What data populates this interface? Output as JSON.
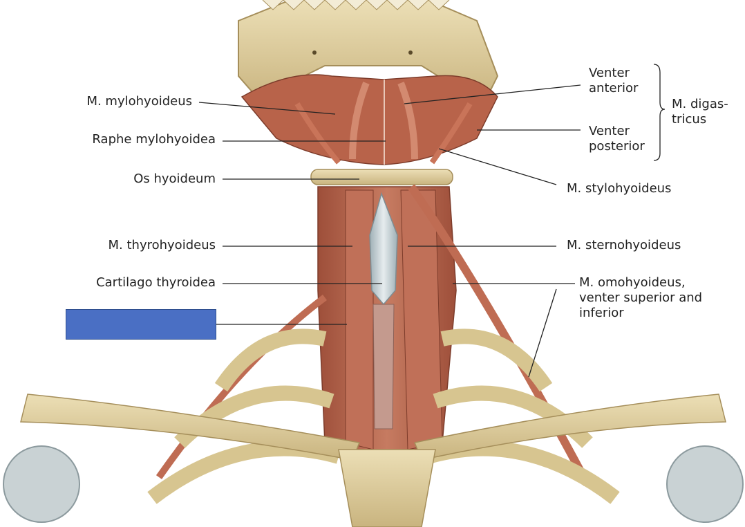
{
  "labels_left": {
    "mylohyoid": "M. mylohyoideus",
    "raphe": "Raphe mylohyoidea",
    "hyoid": "Os hyoideum",
    "thyrohyoid": "M. thyrohyoideus",
    "thyroid_cartilage": "Cartilago thyroidea"
  },
  "labels_right": {
    "venter_anterior": "Venter anterior",
    "venter_posterior": "Venter posterior",
    "digastric": "M. digas-tricus",
    "stylohyoid": "M. stylohyoideus",
    "sternohyoid": "M. sternohyoideus",
    "omohyoid": "M. omohyoideus, venter superior and inferior"
  },
  "redacted_label": {
    "color": "#4a6fc4"
  },
  "colors": {
    "bone": "#e2d2a2",
    "bone_shadow": "#b39f6b",
    "muscle": "#b5664d",
    "muscle_dark": "#8a4533",
    "cartilage": "#c9d3d6",
    "leader_line": "#222222"
  }
}
